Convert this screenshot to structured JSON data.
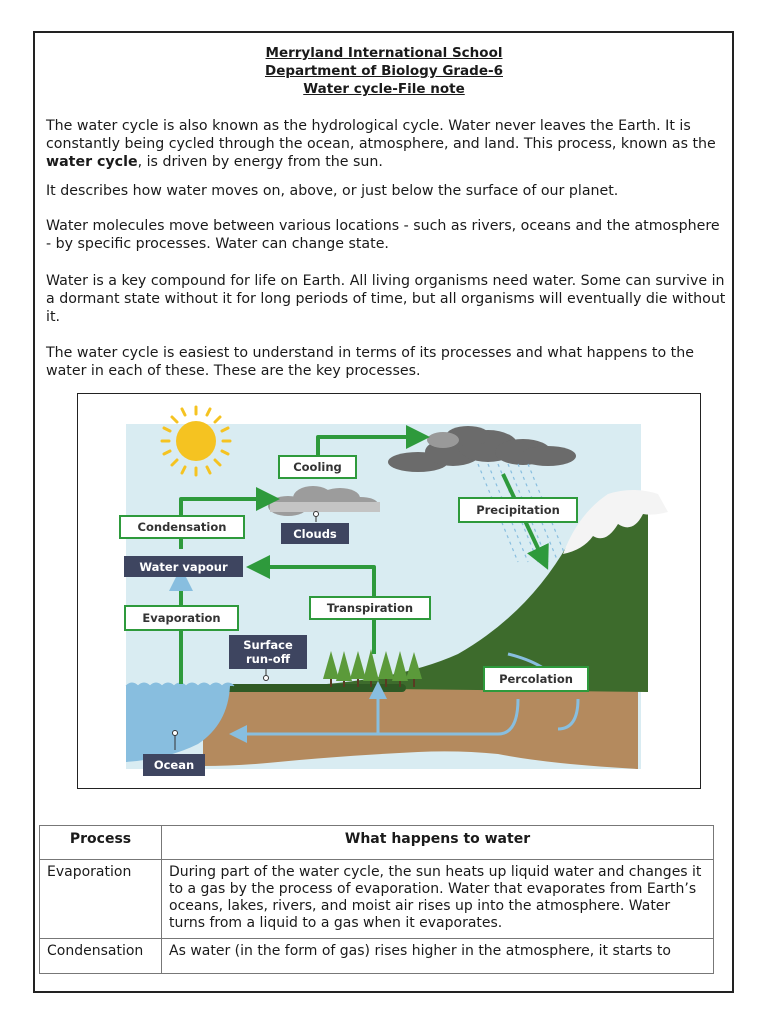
{
  "header": {
    "school": "Merryland International School",
    "department": "Department of Biology Grade-6",
    "title": "Water cycle-File note"
  },
  "intro": {
    "p1_before": "The water cycle is also known as the hydrological cycle. Water never leaves the Earth. It is constantly being cycled through the ocean, atmosphere, and land. This process, known as the ",
    "p1_bold": "water cycle",
    "p1_after": ", is driven by energy from the sun.",
    "p2": " It describes how water moves on, above, or just below the surface of our planet.",
    "p3": "Water molecules move between various locations - such as rivers, oceans and the atmosphere - by specific processes. Water can change state.",
    "p4": "Water is a key compound for life on Earth. All living organisms need water. Some can survive in a dormant state without it for long periods of time, but all organisms will eventually die without it.",
    "p5": "The water cycle is easiest to understand in terms of its processes and what happens to the water in each of these. These are the key processes."
  },
  "diagram": {
    "labels": {
      "cooling": "Cooling",
      "precipitation": "Precipitation",
      "condensation": "Condensation",
      "clouds": "Clouds",
      "water_vapour": "Water vapour",
      "evaporation": "Evaporation",
      "transpiration": "Transpiration",
      "surface_runoff_1": "Surface",
      "surface_runoff_2": "run-off",
      "percolation": "Percolation",
      "ocean": "Ocean"
    },
    "colors": {
      "sky": "#d9ecf2",
      "sun": "#f5c321",
      "arrow_green": "#2e9a3c",
      "dark_label": "#3e4560",
      "mountain": "#3d6b2c",
      "soil": "#b48a5e",
      "water": "#88bedf"
    }
  },
  "table": {
    "col_process": "Process",
    "col_what": "What happens to water",
    "rows": [
      {
        "process": "Evaporation",
        "text": "During part of the water cycle, the sun heats up liquid water and changes it to a gas by the process of evaporation.   Water that evaporates from Earth’s oceans, lakes, rivers, and moist air rises up into the atmosphere. Water turns from a liquid to a gas when it evaporates."
      },
      {
        "process": "Condensation",
        "text": "As water (in the form of gas) rises higher in the atmosphere, it starts to"
      }
    ]
  }
}
